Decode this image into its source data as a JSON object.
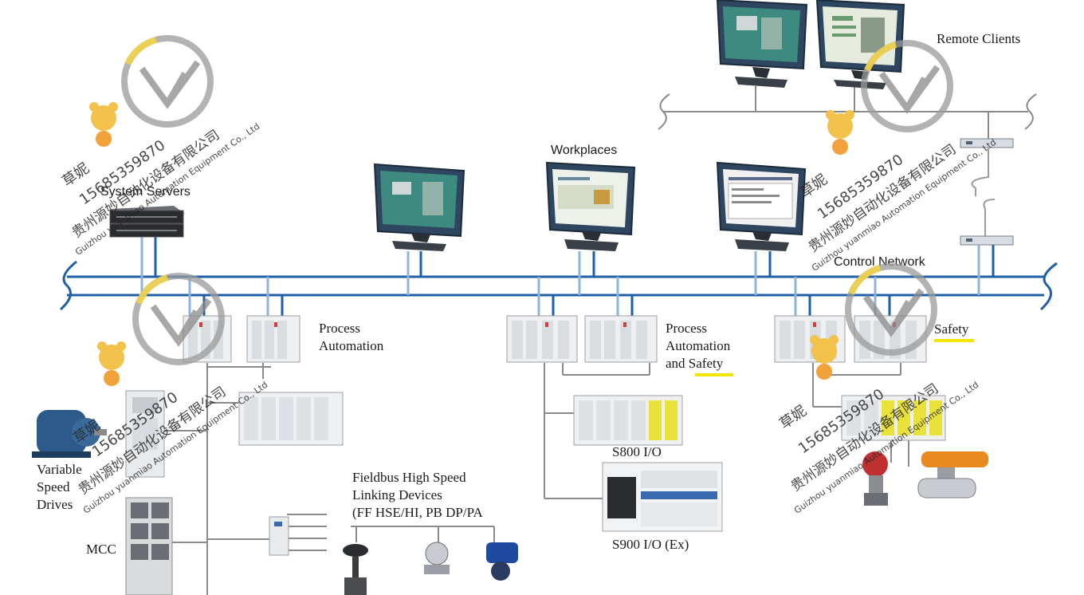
{
  "labels": {
    "remote_clients": "Remote Clients",
    "workplaces": "Workplaces",
    "system_servers": "System Servers",
    "control_network": "Control Network",
    "process_automation_1": "Process",
    "process_automation_2": "Automation",
    "pas_1": "Process",
    "pas_2": "Automation",
    "pas_3": "and Safety",
    "safety": "Safety",
    "s800": "S800 I/O",
    "s900": "S900 I/O (Ex)",
    "fieldbus_1": "Fieldbus High Speed",
    "fieldbus_2": "Linking Devices",
    "fieldbus_3": "(FF HSE/HI, PB DP/PA",
    "vsd_1": "Variable",
    "vsd_2": "Speed",
    "vsd_3": "Drives",
    "mcc": "MCC"
  },
  "watermark": {
    "name": "草妮",
    "phone": "15685359870",
    "company_cn": "贵州源妙自动化设备有限公司",
    "company_en": "Guizhou yuanmiao Automation Equipment Co., Ltd"
  },
  "colors": {
    "network_line": "#1f5fa8",
    "network_light": "#8fb3dc",
    "highlight": "#f2e600",
    "monitor_frame": "#2e4660"
  }
}
